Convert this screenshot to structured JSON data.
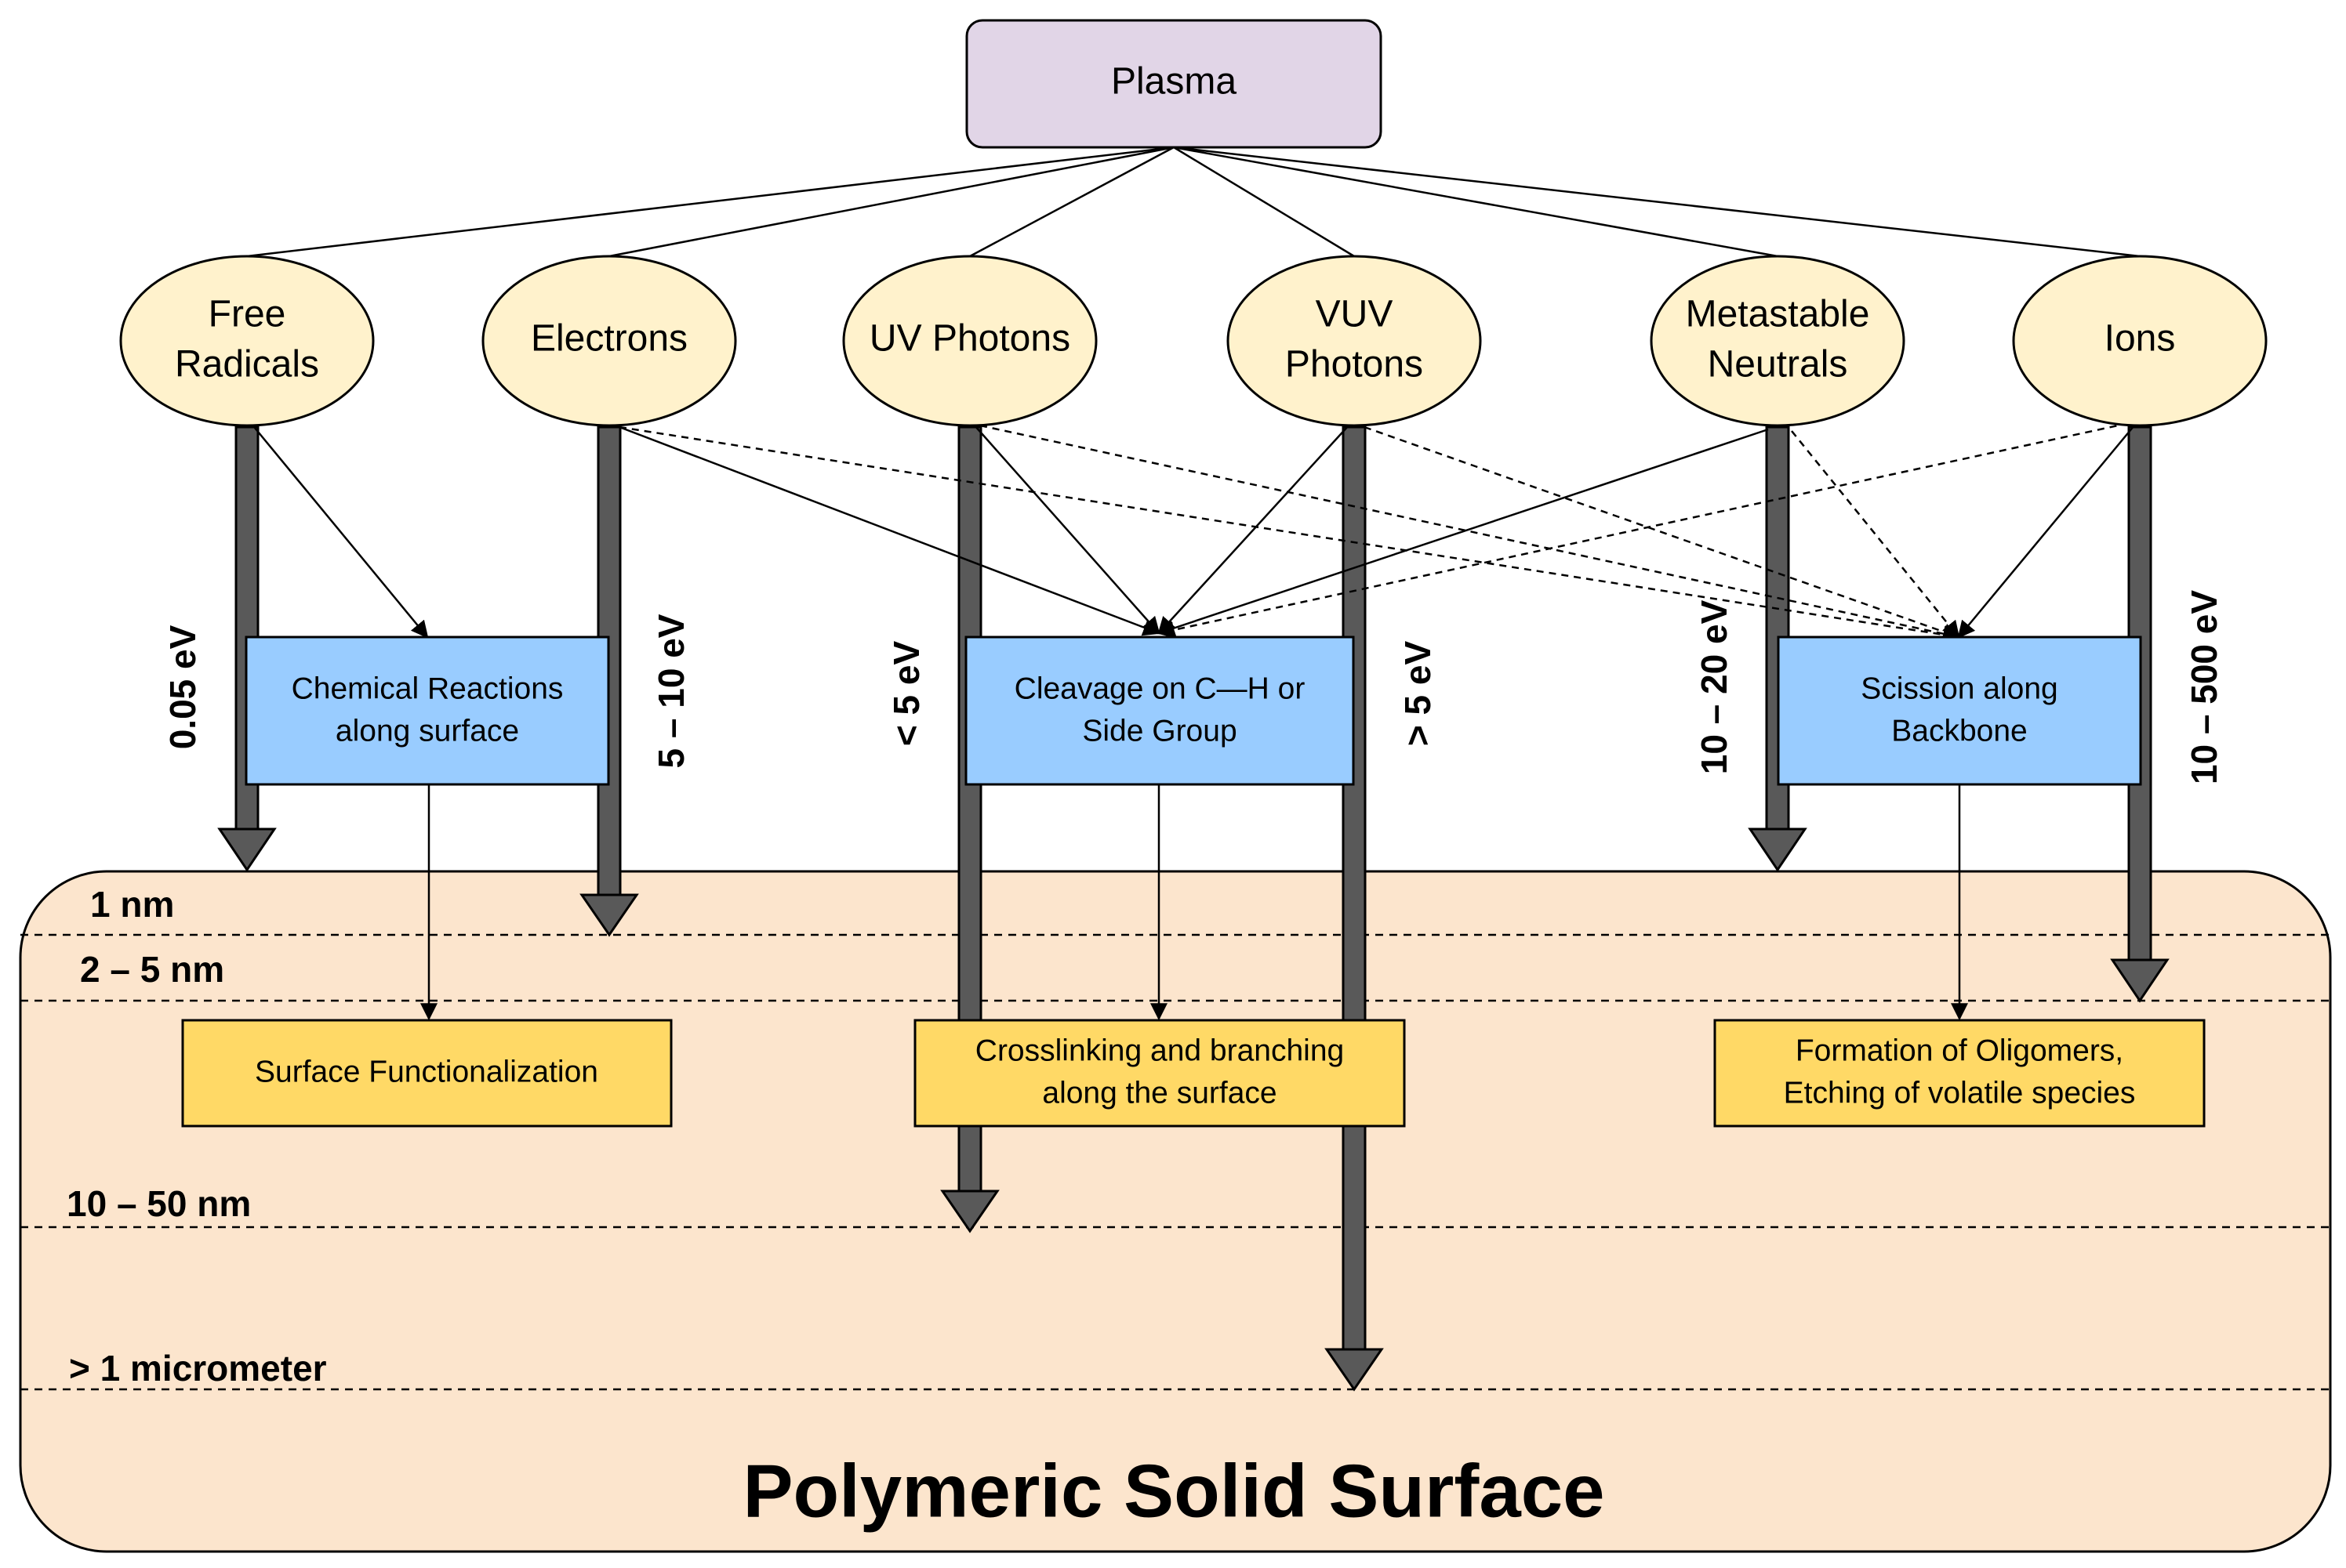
{
  "source": {
    "label": "Plasma",
    "color": "#e1d5e7"
  },
  "species": [
    {
      "key": "free_radicals",
      "lines": [
        "Free",
        "Radicals"
      ]
    },
    {
      "key": "electrons",
      "lines": [
        "Electrons"
      ]
    },
    {
      "key": "uv_photons",
      "lines": [
        "UV Photons"
      ]
    },
    {
      "key": "vuv_photons",
      "lines": [
        "VUV",
        "Photons"
      ]
    },
    {
      "key": "metastable_neutrals",
      "lines": [
        "Metastable",
        "Neutrals"
      ]
    },
    {
      "key": "ions",
      "lines": [
        "Ions"
      ]
    }
  ],
  "species_color": "#fff2cc",
  "energies": [
    {
      "species": "free_radicals",
      "label": "0.05 eV"
    },
    {
      "species": "electrons",
      "label": "5 – 10 eV"
    },
    {
      "species": "uv_photons",
      "label": "< 5 eV"
    },
    {
      "species": "vuv_photons",
      "label": "> 5 eV"
    },
    {
      "species": "metastable_neutrals",
      "label": "10 – 20 eV"
    },
    {
      "species": "ions",
      "label": "10 – 500 eV"
    }
  ],
  "processes": [
    {
      "key": "chemical_reactions",
      "lines": [
        "Chemical Reactions",
        "along surface"
      ]
    },
    {
      "key": "cleavage",
      "lines": [
        "Cleavage on C—H or",
        "Side Group"
      ]
    },
    {
      "key": "scission",
      "lines": [
        "Scission along",
        "Backbone"
      ]
    }
  ],
  "process_color": "#99ccff",
  "outcomes": [
    {
      "key": "surface_functionalization",
      "lines": [
        "Surface Functionalization"
      ]
    },
    {
      "key": "crosslinking",
      "lines": [
        "Crosslinking and branching",
        "along the surface"
      ]
    },
    {
      "key": "oligomers",
      "lines": [
        "Formation of Oligomers,",
        "Etching of volatile species"
      ]
    }
  ],
  "outcome_color": "#ffd966",
  "depths": [
    "1 nm",
    "2 – 5 nm",
    "10 – 50 nm",
    "> 1 micrometer"
  ],
  "surface": {
    "title": "Polymeric Solid Surface",
    "color": "#fce5cd"
  },
  "arrow_color": "#595959",
  "edges": {
    "solid": [
      [
        "free_radicals",
        "chemical_reactions"
      ],
      [
        "electrons",
        "cleavage"
      ],
      [
        "uv_photons",
        "cleavage"
      ],
      [
        "vuv_photons",
        "cleavage"
      ],
      [
        "metastable_neutrals",
        "cleavage"
      ],
      [
        "ions",
        "scission"
      ]
    ],
    "dashed": [
      [
        "electrons",
        "scission"
      ],
      [
        "uv_photons",
        "scission"
      ],
      [
        "vuv_photons",
        "scission"
      ],
      [
        "metastable_neutrals",
        "scission"
      ],
      [
        "ions",
        "cleavage"
      ]
    ],
    "process_to_outcome": [
      [
        "chemical_reactions",
        "surface_functionalization"
      ],
      [
        "cleavage",
        "crosslinking"
      ],
      [
        "scission",
        "oligomers"
      ]
    ]
  }
}
